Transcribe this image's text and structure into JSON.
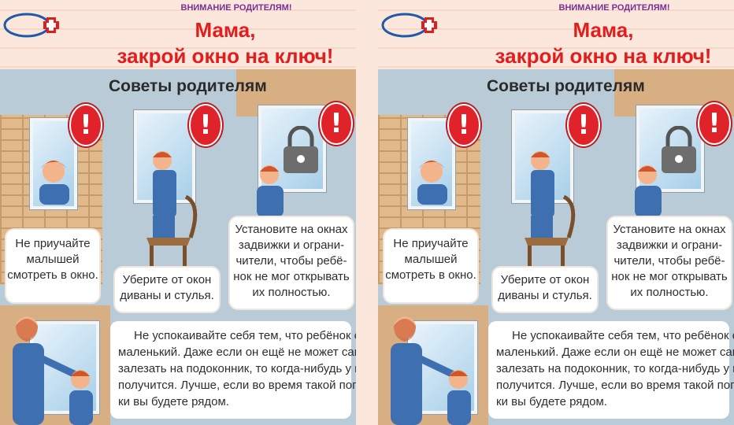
{
  "header": {
    "attention": "ВНИМАНИЕ РОДИТЕЛЯМ!",
    "title_line1": "Мама,",
    "title_line2": "закрой окно на ключ!"
  },
  "poster": {
    "heading": "Советы родителям",
    "tip1": [
      "Не приучайте",
      "малышей",
      "смотреть в окно."
    ],
    "tip2": [
      "Уберите от окон",
      "диваны и стулья."
    ],
    "tip3": [
      "Установите на окнах",
      "задвижки и ограни-",
      "чители, чтобы ребё-",
      "нок не мог открывать",
      "их полностью."
    ],
    "tip4": [
      "Не успокаивайте себя тем, что ребёнок ещё",
      "маленький. Даже если он ещё не может сам",
      "залезать на подоконник, то когда-нибудь у него",
      "получится. Лучше, если во время такой попыт-",
      "ки вы будете рядом."
    ],
    "exclamation": "!"
  },
  "colors": {
    "title": "#e21d1d",
    "attention": "#7a2f96",
    "exclamation": "#e0232b"
  }
}
